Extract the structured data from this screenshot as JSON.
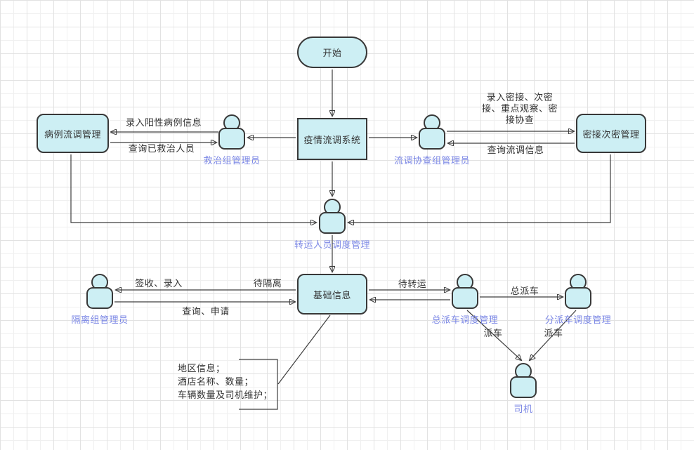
{
  "canvas": {
    "background": "#ffffff",
    "grid_minor_color": "#f0f0f0",
    "grid_major_color": "#e2e2e2"
  },
  "colors": {
    "node_fill": "#cdeff4",
    "node_border": "#383838",
    "connector": "#3d3d3d",
    "actor_label": "#7b87e5",
    "edge_label": "#333333"
  },
  "nodes": {
    "start": {
      "label": "开始"
    },
    "system": {
      "label": "疫情流调系统"
    },
    "case_mgmt": {
      "label": "病例流调管理"
    },
    "close_contact_mgmt": {
      "label": "密接次密管理"
    },
    "basic_info": {
      "label": "基础信息"
    }
  },
  "actors": {
    "rescue_admin": {
      "label": "救治组管理员"
    },
    "investigation_admin": {
      "label": "流调协查组管理员"
    },
    "transfer_dispatch": {
      "label": "转运人员调度管理"
    },
    "quarantine_admin": {
      "label": "隔离组管理员"
    },
    "main_dispatch": {
      "label": "总派车调度管理"
    },
    "sub_dispatch": {
      "label": "分派车调度管理"
    },
    "driver": {
      "label": "司机"
    }
  },
  "edge_labels": {
    "enter_positive_case": "录入阳性病例信息",
    "query_treated": "查询已救治人员",
    "enter_close_contacts": "录入密接、次密\n接、重点观察、密\n接协查",
    "query_flow_info": "查询流调信息",
    "sign_enter": "签收、录入",
    "to_quarantine": "待隔离",
    "query_apply": "查询、申请",
    "to_transfer": "待转运",
    "main_dispatch_car": "总派车",
    "dispatch_car_left": "派车",
    "dispatch_car_right": "派车",
    "annotation": "地区信息；\n酒店名称、数量；\n车辆数量及司机维护；"
  }
}
